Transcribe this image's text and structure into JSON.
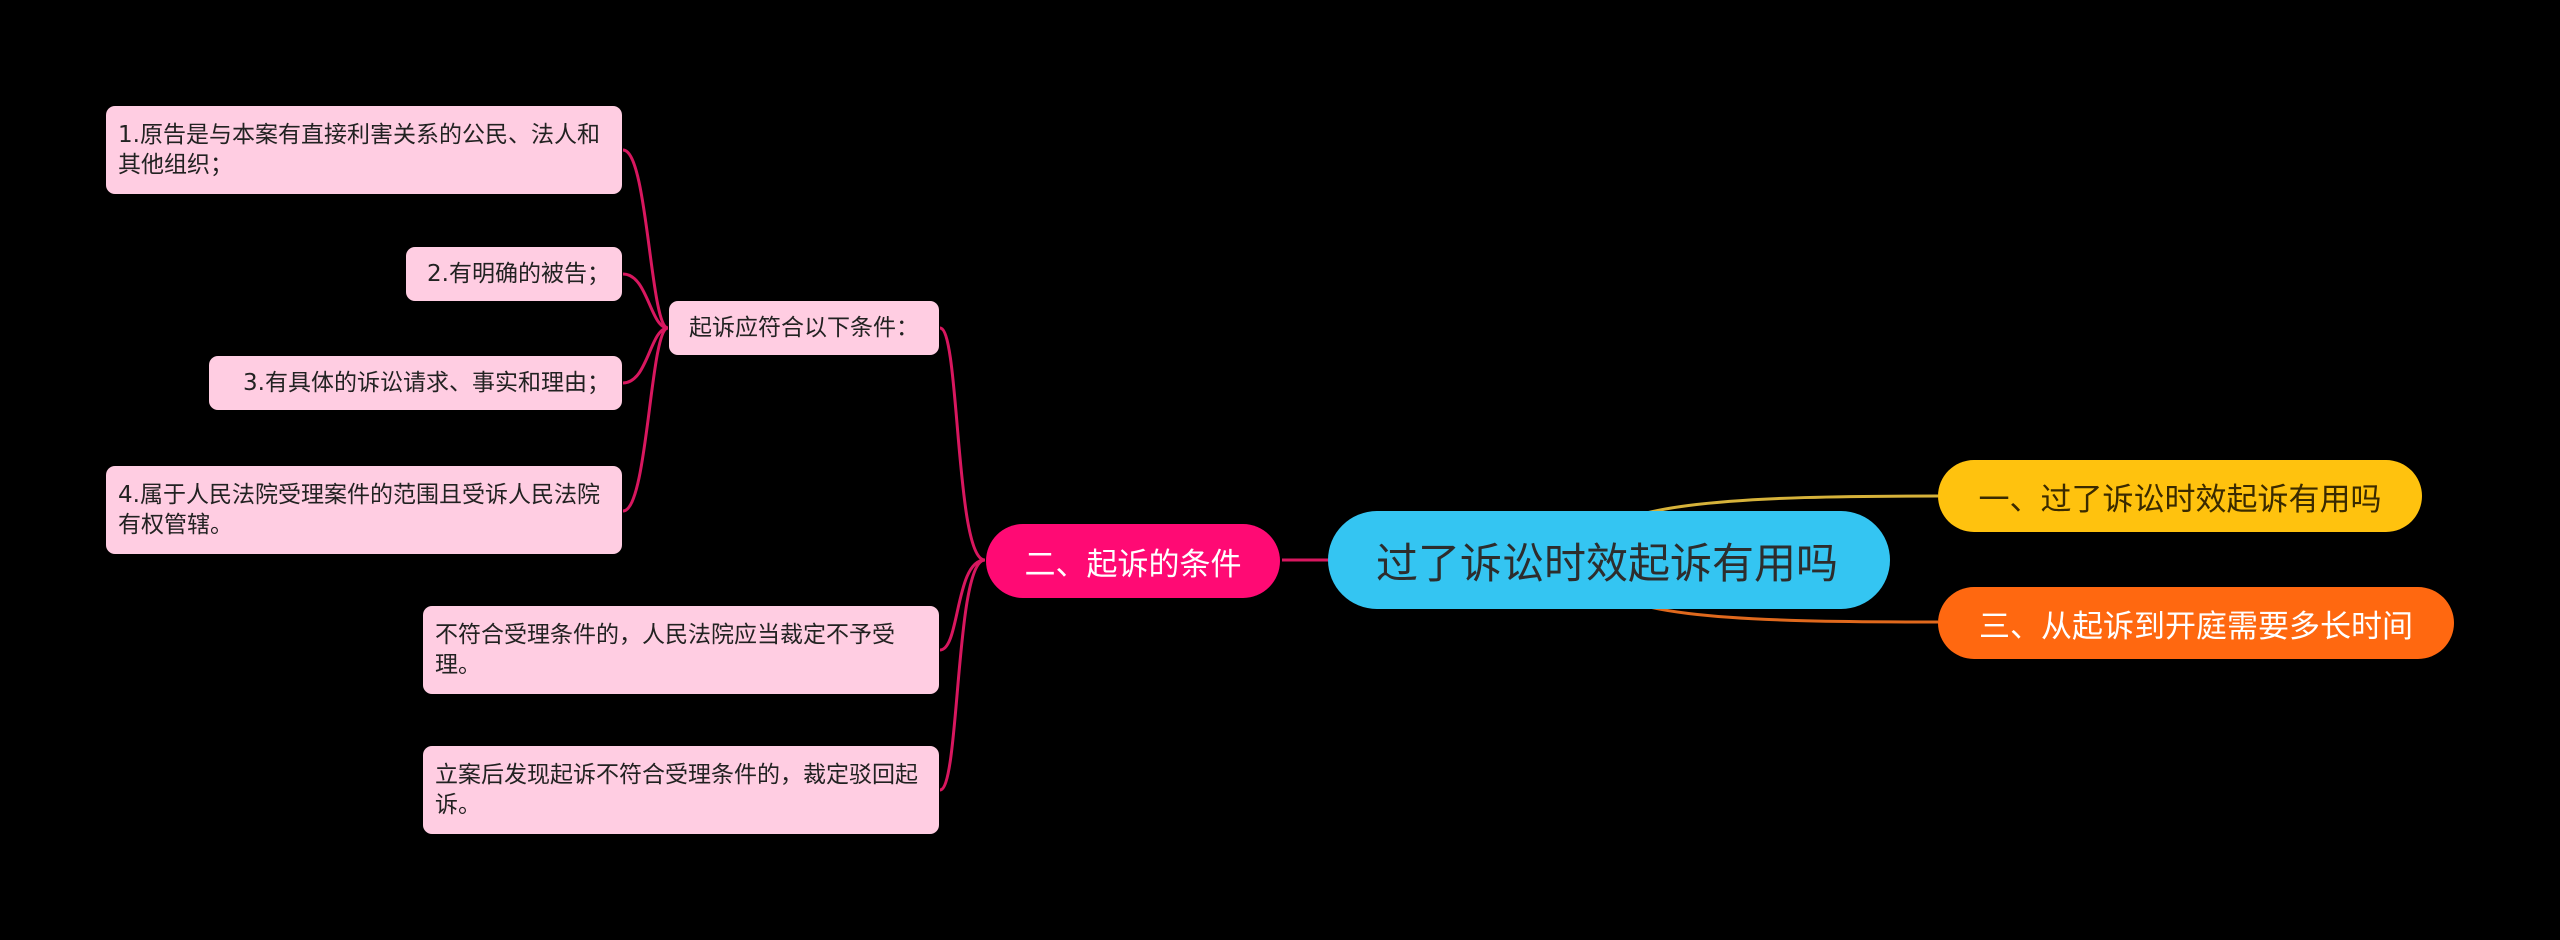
{
  "colors": {
    "background": "#000000",
    "root": "#34c5f2",
    "branch_left": "#ff0a74",
    "branch_right_1": "#ffc20e",
    "branch_right_2": "#ff6810",
    "leaf_fill": "#ffcde2",
    "link_left": "#d8175f",
    "link_right_1": "#d6b23a",
    "link_right_2": "#e0691d"
  },
  "root": {
    "label": "过了诉讼时效起诉有用吗"
  },
  "branches": {
    "left": {
      "label": "二、起诉的条件"
    },
    "right": [
      {
        "label": "一、过了诉讼时效起诉有用吗"
      },
      {
        "label": "三、从起诉到开庭需要多长时间"
      }
    ]
  },
  "conditions": {
    "label": "起诉应符合以下条件：",
    "items": [
      {
        "text": "1.原告是与本案有直接利害关系的公民、法人和其他组织；"
      },
      {
        "text": "2.有明确的被告；"
      },
      {
        "text": "3.有具体的诉讼请求、事实和理由；"
      },
      {
        "text": "4.属于人民法院受理案件的范围且受诉人民法院有权管辖。"
      }
    ]
  },
  "other_items": [
    {
      "text": "不符合受理条件的，人民法院应当裁定不予受理。"
    },
    {
      "text": "立案后发现起诉不符合受理条件的，裁定驳回起诉。"
    }
  ]
}
